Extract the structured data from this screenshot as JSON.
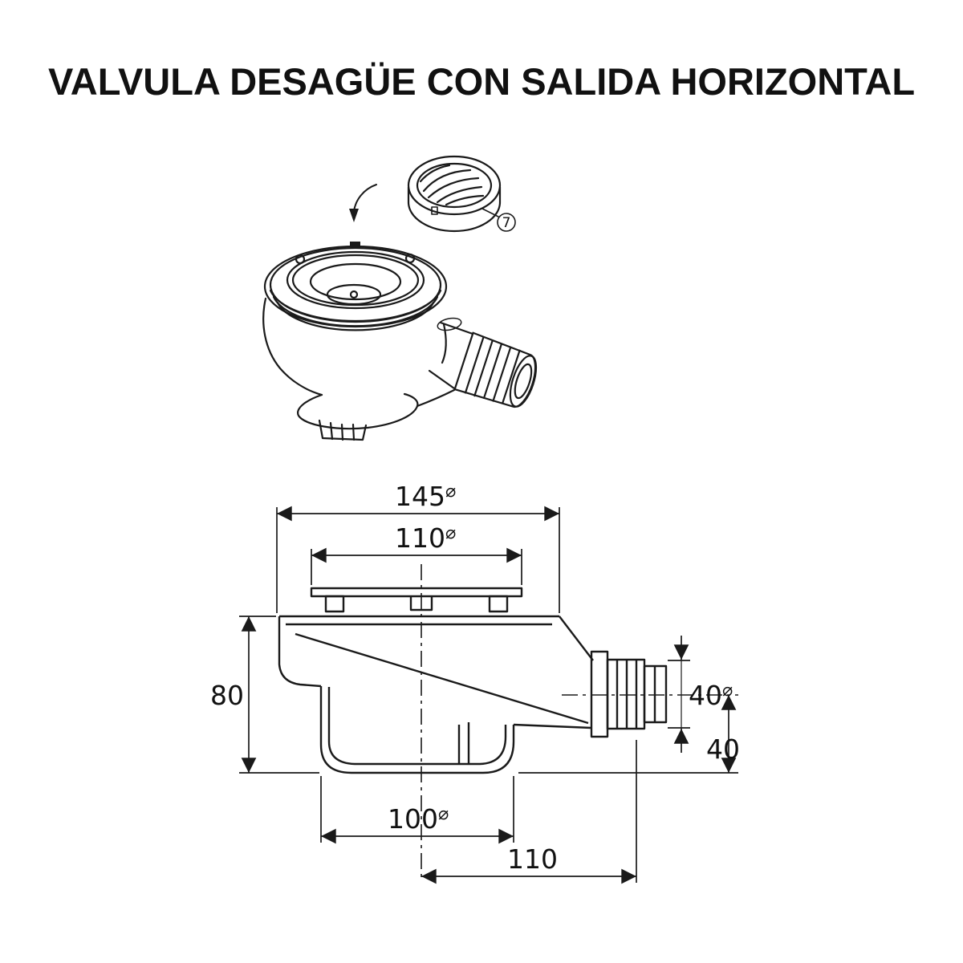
{
  "page": {
    "title": "VALVULA DESAGÜE CON SALIDA HORIZONTAL",
    "background": "#ffffff",
    "line_color": "#1a1a1a"
  },
  "perspective_view": {
    "description": "3D line drawing of drain valve with detachable strainer cap",
    "callout": {
      "number": "7"
    }
  },
  "section_view": {
    "description": "Dimensioned cross-section of drain valve with horizontal outlet",
    "dimensions": {
      "overall_width": {
        "value": "145",
        "symbol": "⌀"
      },
      "flange_width": {
        "value": "110",
        "symbol": "⌀"
      },
      "body_height": {
        "value": "80",
        "symbol": ""
      },
      "outlet_diameter": {
        "value": "40",
        "symbol": "⌀"
      },
      "outlet_center_height": {
        "value": "40",
        "symbol": ""
      },
      "trap_width": {
        "value": "100",
        "symbol": "⌀"
      },
      "outlet_offset": {
        "value": "110",
        "symbol": ""
      }
    }
  }
}
